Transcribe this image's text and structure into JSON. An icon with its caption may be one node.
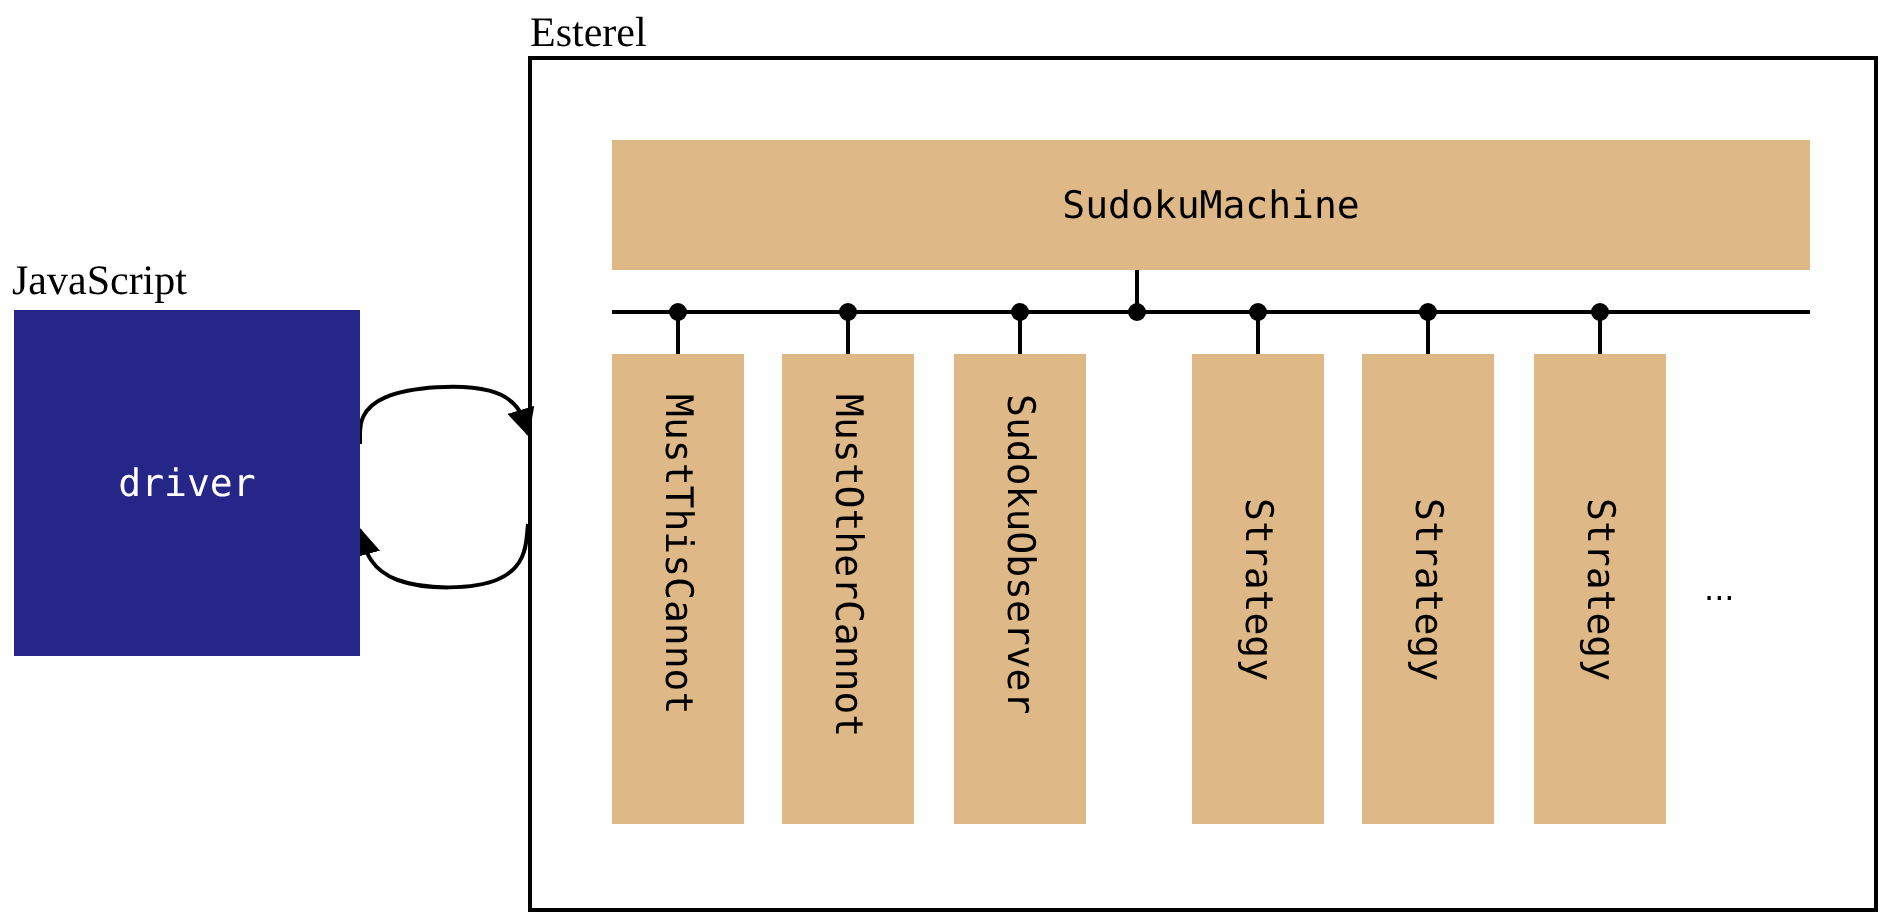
{
  "diagram": {
    "nodes": [
      {
        "text": [
          "JavaScript",
          "driver"
        ]
      },
      {
        "text": [
          "Esterel"
        ]
      },
      {
        "text": [
          "SudokuMachine"
        ],
        "in": 1
      },
      {
        "text": [
          "MustThisCannot"
        ],
        "in": 1
      },
      {
        "text": [
          "MustOtherCannot"
        ],
        "in": 1
      },
      {
        "text": [
          "SudokuObserver"
        ],
        "in": 1
      },
      {
        "text": [
          "Strategy"
        ],
        "in": 1
      },
      {
        "text": [
          "Strategy"
        ],
        "in": 1
      },
      {
        "text": [
          "Strategy"
        ],
        "in": 1
      }
    ],
    "edges": [
      {
        "from": 0,
        "to": 1,
        "arrow": "to"
      },
      {
        "from": 1,
        "to": 0,
        "arrow": "to"
      },
      {
        "from": 2,
        "to": 3,
        "arrow": "none"
      },
      {
        "from": 2,
        "to": 4,
        "arrow": "none"
      },
      {
        "from": 2,
        "to": 5,
        "arrow": "none"
      },
      {
        "from": 2,
        "to": 6,
        "arrow": "none"
      },
      {
        "from": 2,
        "to": 7,
        "arrow": "none"
      },
      {
        "from": 2,
        "to": 8,
        "arrow": "none"
      }
    ],
    "labels": [
      "..."
    ]
  }
}
